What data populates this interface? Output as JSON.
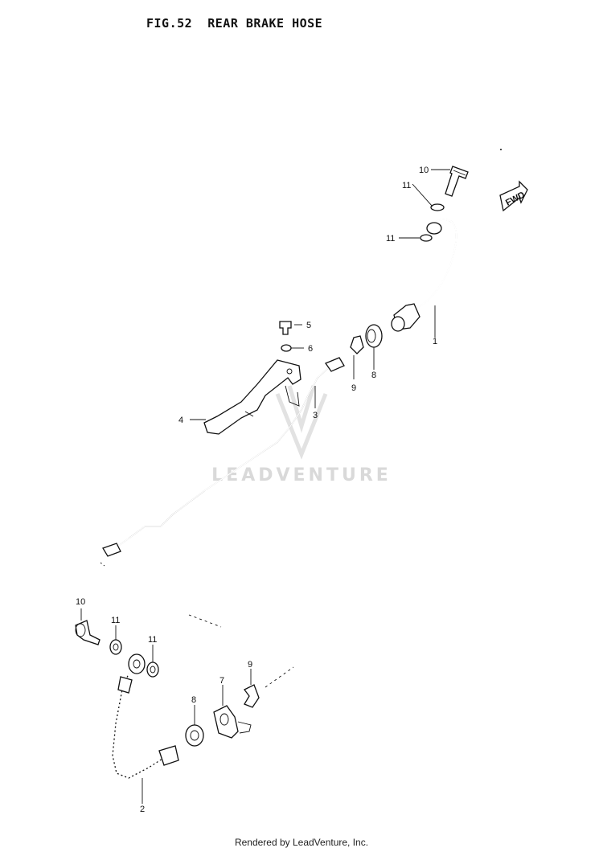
{
  "figure": {
    "title": "FIG.52  REAR BRAKE HOSE"
  },
  "watermark": {
    "text": "LEADVENTURE"
  },
  "fwd_label": "FWD",
  "callouts": {
    "c1": "1",
    "c2": "2",
    "c3": "3",
    "c4": "4",
    "c5": "5",
    "c6": "6",
    "c7": "7",
    "c8a": "8",
    "c8b": "8",
    "c9a": "9",
    "c9b": "9",
    "c10a": "10",
    "c10b": "10",
    "c11a": "11",
    "c11b": "11",
    "c11c": "11",
    "c11d": "11"
  },
  "footer": "Rendered by LeadVenture, Inc."
}
